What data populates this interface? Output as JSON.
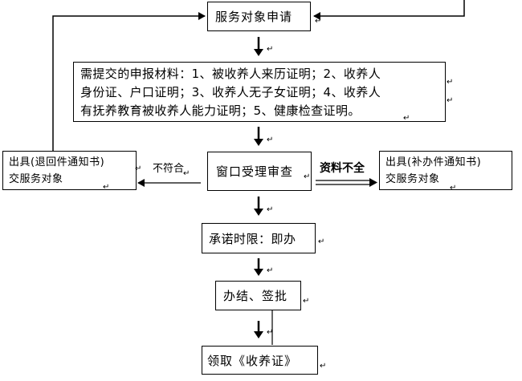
{
  "nodes": {
    "apply": {
      "text": "服务对象申请"
    },
    "materials": {
      "line1": "需提交的申报材料：1、被收养人来历证明；2、收养人",
      "line2": "身份证、户口证明；3、收养人无子女证明；4、收养人",
      "line3": "有抚养教育被收养人能力证明；5、健康检查证明。"
    },
    "left_notice": {
      "line1": "出具(退回件通知书)",
      "line2": "交服务对象"
    },
    "window_review": {
      "text": "窗口受理审查"
    },
    "right_notice": {
      "line1": "出具(补办件通知书)",
      "line2": "交服务对象"
    },
    "promise": {
      "text": "承诺时限：即办"
    },
    "approve": {
      "text": "办结、签批"
    },
    "receive": {
      "text": "领取《收养证》"
    }
  },
  "edges": {
    "not_compliant": "不符合",
    "incomplete": "资料不全"
  },
  "marks": {
    "paragraph": "↵"
  }
}
